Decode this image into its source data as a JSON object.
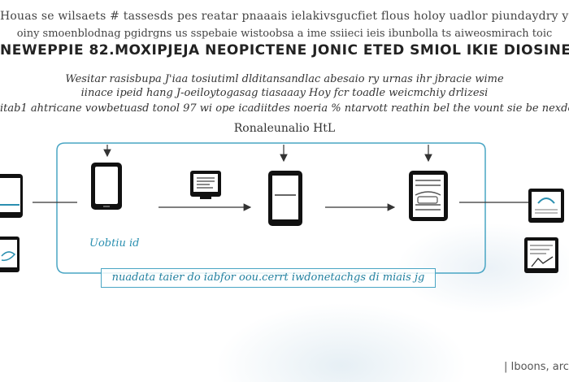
{
  "header": {
    "line1": "Houas se wilsaets # tassesds pes reatar pnaaais ielakivsgucfiet flous holoy uadlor piundaydry yes",
    "line2": "oiny smoenblodnag pgidrgns us sspebaie wistoobsa a ime ssiieci ieis ibunbolla ts aiweosmirach toic",
    "title": "NEWEPPIE 82.MOXIPJEJA NEOPICTENE JONIC ETED SMIOL IKIE DIOSINESRITTES"
  },
  "description": {
    "line1": "Wesitar rasisbupa J'iaa tosiutiml dlditansandlac abesaio ry urnas ihr jbracie wime",
    "line2": "iinace ipeid hang J-oeiloytogasag tiasaaay Hoy fcr toadle weicmchiy drlizesi",
    "line3": "itab1 ahtricane vowbetuasd tonol 97 wi ope icadiitdes noeria % ntarvott reathin bel the vount sie be nexdes ?"
  },
  "flow": {
    "label": "Ronaleunalio HtL",
    "frame_label": "Uobtiu id",
    "banner": "nuadata taier do iabfor oou.cerrt iwdonetachgs di miais jg"
  },
  "footer": {
    "text": "| Iboons, arc"
  },
  "colors": {
    "accent": "#49a5c4",
    "ink": "#222222"
  },
  "icons": [
    "tablet-chart-icon",
    "tablet-chart-icon",
    "phone-icon",
    "document-card-icon",
    "tablet-document-icon",
    "tablet-bookshelf-icon",
    "monitor-wave-icon",
    "monitor-chart-icon"
  ]
}
